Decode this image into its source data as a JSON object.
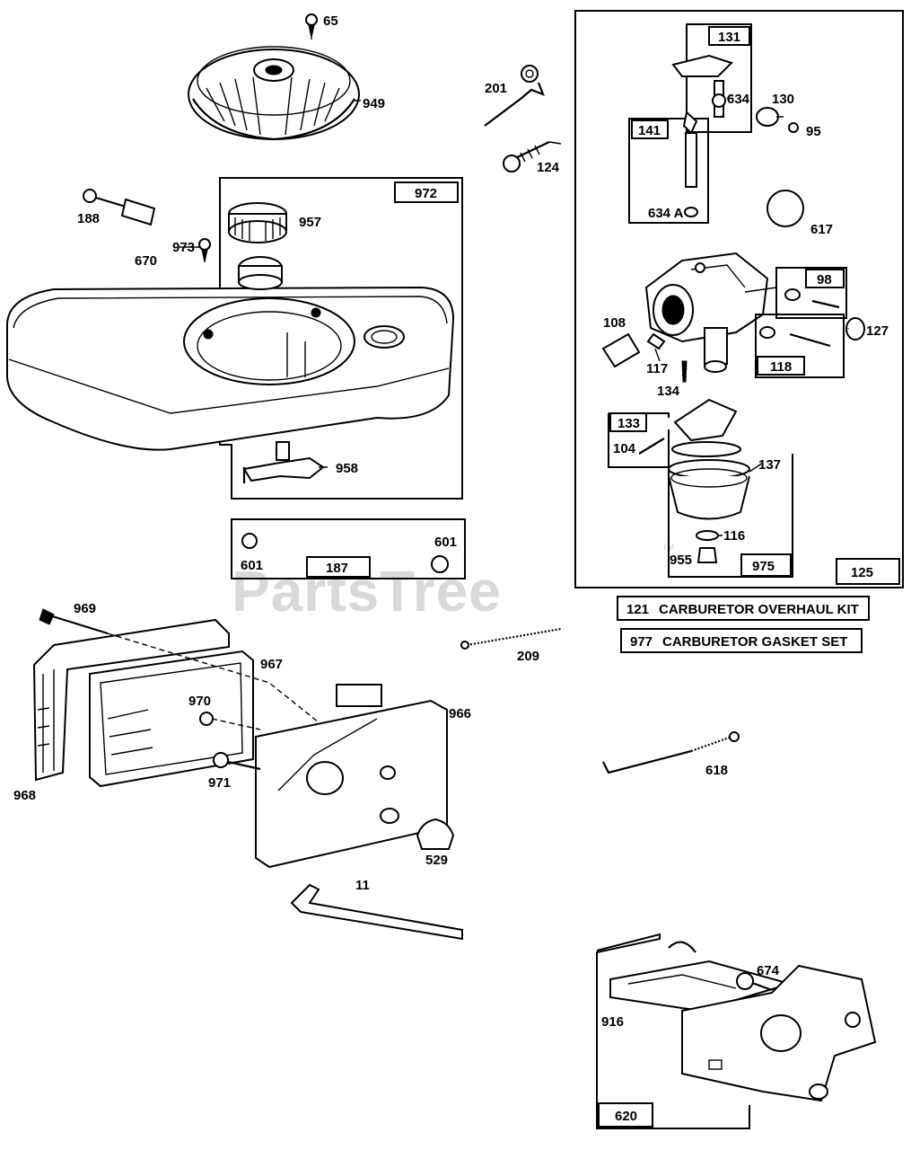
{
  "watermark": {
    "text": "PartsTree",
    "tm": "TM"
  },
  "callouts": {
    "p65": "65",
    "p949": "949",
    "p201": "201",
    "p124": "124",
    "p188": "188",
    "p670": "670",
    "p973": "973",
    "p957": "957",
    "p958": "958",
    "p601a": "601",
    "p601b": "601",
    "p969": "969",
    "p967": "967",
    "p970": "970",
    "p966": "966",
    "p968": "968",
    "p971": "971",
    "p529": "529",
    "p11": "11",
    "p209": "209",
    "p618": "618",
    "p916": "916",
    "p674": "674",
    "p634": "634",
    "p130": "130",
    "p95": "95",
    "p634a": "634 A",
    "p617": "617",
    "p108": "108",
    "p127": "127",
    "p117": "117",
    "p134": "134",
    "p104": "104",
    "p137": "137",
    "p116": "116",
    "p955": "955"
  },
  "boxed": {
    "b972": "972",
    "b187": "187",
    "b131": "131",
    "b141": "141",
    "b98": "98",
    "b118": "118",
    "b133": "133",
    "b975": "975",
    "b125": "125",
    "b620": "620"
  },
  "kits": [
    {
      "number": "121",
      "label": "CARBURETOR OVERHAUL KIT"
    },
    {
      "number": "977",
      "label": "CARBURETOR GASKET SET"
    }
  ]
}
